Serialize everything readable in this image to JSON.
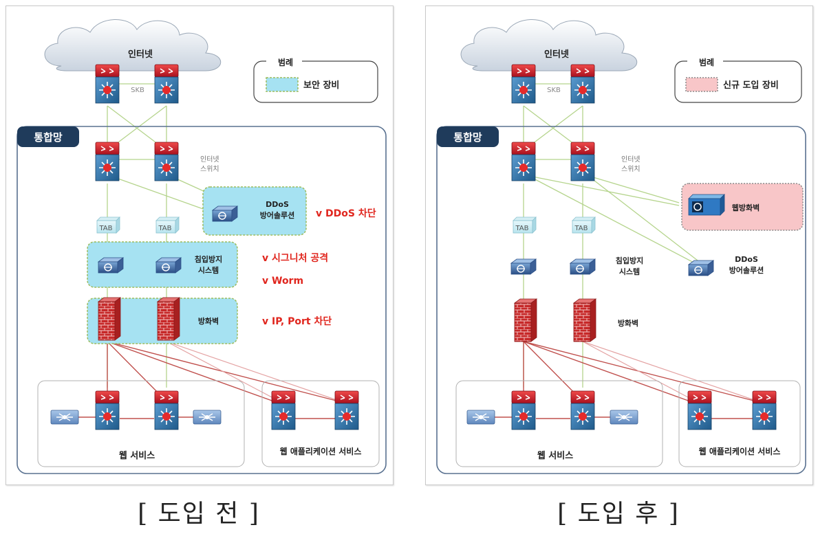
{
  "before": {
    "internet": "인터넷",
    "skb": "SKB",
    "legend_title": "범례",
    "legend_item": "보안 장비",
    "net_title": "통합망",
    "internet_switch_1": "인터넷",
    "internet_switch_2": "스위치",
    "tab": "TAB",
    "ddos_1": "DDoS",
    "ddos_2": "방어솔루션",
    "ips_1": "침입방지",
    "ips_2": "시스템",
    "firewall": "방화벽",
    "annot_ddos": "v DDoS 차단",
    "annot_signature": "v 시그니처 공격",
    "annot_worm": "v Worm",
    "annot_ipport": "v IP, Port 차단",
    "web_service": "웹 서비스",
    "webapp_service": "웹 애플리케이션 서비스",
    "caption": "[ 도입 전 ]"
  },
  "after": {
    "internet": "인터넷",
    "skb": "SKB",
    "legend_title": "범례",
    "legend_item": "신규 도입 장비",
    "net_title": "통합망",
    "internet_switch_1": "인터넷",
    "internet_switch_2": "스위치",
    "tab": "TAB",
    "waf": "웹방화벽",
    "ddos_1": "DDoS",
    "ddos_2": "방어솔루션",
    "ips_1": "침입방지",
    "ips_2": "시스템",
    "firewall": "방화벽",
    "web_service": "웹 서비스",
    "webapp_service": "웹 애플리케이션 서비스",
    "caption": "[ 도입 후 ]"
  },
  "colors": {
    "security_fill": "#a6e2f2",
    "new_fill": "#f8c6c8",
    "annot_red": "#e0261e",
    "router_red": "#c8102e",
    "router_blue": "#2f73a6",
    "link_green": "#b5d48c",
    "link_red": "#c0504d"
  }
}
